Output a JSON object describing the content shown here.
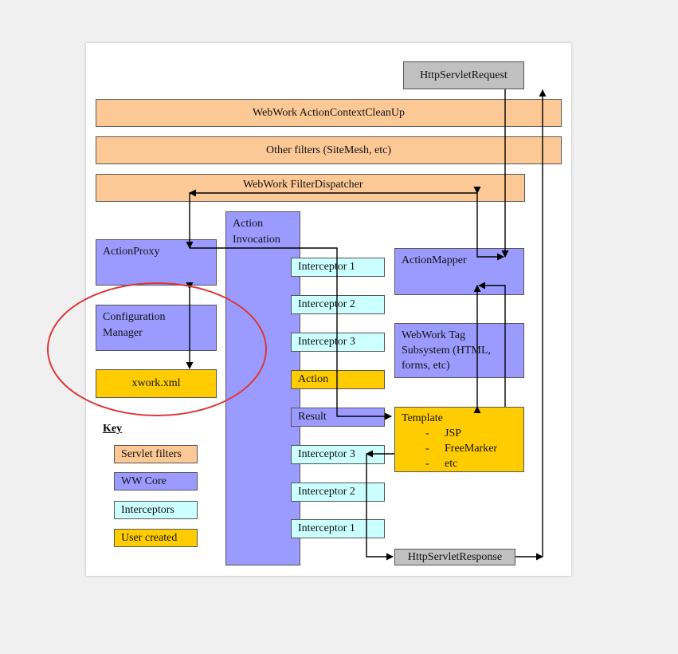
{
  "diagram": {
    "http_request": "HttpServletRequest",
    "http_response": "HttpServletResponse",
    "filters": {
      "cleanup": "WebWork ActionContextCleanUp",
      "other": "Other filters (SiteMesh, etc)",
      "dispatcher": "WebWork FilterDispatcher"
    },
    "action_proxy": "ActionProxy",
    "configuration_manager": [
      "Configuration",
      "Manager"
    ],
    "xwork_xml": "xwork.xml",
    "action_invocation": [
      "Action",
      "Invocation"
    ],
    "chain": {
      "interceptor_1_in": "Interceptor 1",
      "interceptor_2_in": "Interceptor 2",
      "interceptor_3_in": "Interceptor 3",
      "action": "Action",
      "result": "Result",
      "interceptor_3_out": "Interceptor 3",
      "interceptor_2_out": "Interceptor 2",
      "interceptor_1_out": "Interceptor 1"
    },
    "action_mapper": "ActionMapper",
    "tag_subsystem": [
      "WebWork Tag",
      "Subsystem (HTML,",
      "forms, etc)"
    ],
    "template": {
      "title": "Template",
      "items": [
        "JSP",
        "FreeMarker",
        "etc"
      ]
    },
    "key": {
      "title": "Key",
      "servlet_filters": "Servlet filters",
      "ww_core": "WW Core",
      "interceptors": "Interceptors",
      "user_created": "User created"
    },
    "colors": {
      "servlet_filter": "#fcc896",
      "ww_core": "#9b9bff",
      "interceptor": "#ccffff",
      "user_created": "#ffcc00",
      "servlet_io": "#c0c0c0",
      "highlight_ellipse": "#d9383a"
    }
  }
}
